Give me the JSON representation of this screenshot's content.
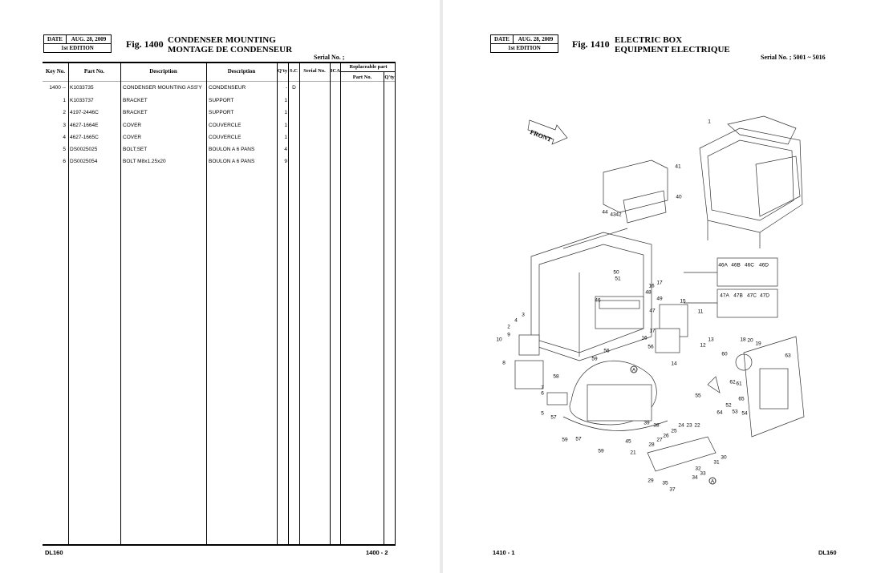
{
  "left_page": {
    "date_label": "DATE",
    "date": "AUG. 28, 2009",
    "edition": "1st EDITION",
    "fig": "Fig. 1400",
    "title_en": "CONDENSER MOUNTING",
    "title_fr": "MONTAGE DE CONDENSEUR",
    "serial": "Serial No. ;",
    "headers": {
      "key": "Key No.",
      "part": "Part No.",
      "desc_en": "Description",
      "desc_fr": "Description",
      "qty": "Q'ty",
      "sc": "S.C",
      "serial": "Serial No.",
      "ica": "ICA",
      "replaceable": "Replaceable part",
      "rep_part": "Part No.",
      "rep_qty": "Q'ty"
    },
    "rows": [
      {
        "key": "1400 --",
        "part": "K1033735",
        "desc_en": "CONDENSER MOUNTING ASS'Y",
        "desc_fr": "CONDENSEUR",
        "qty": "-",
        "sc": "D"
      },
      {
        "key": "1",
        "part": "K1033737",
        "desc_en": "BRACKET",
        "desc_fr": "SUPPORT",
        "qty": "1",
        "sc": ""
      },
      {
        "key": "2",
        "part": "4197-2446C",
        "desc_en": "BRACKET",
        "desc_fr": "SUPPORT",
        "qty": "1",
        "sc": ""
      },
      {
        "key": "3",
        "part": "4627-1664E",
        "desc_en": "COVER",
        "desc_fr": "COUVERCLE",
        "qty": "1",
        "sc": ""
      },
      {
        "key": "4",
        "part": "4627-1665C",
        "desc_en": "COVER",
        "desc_fr": "COUVERCLE",
        "qty": "1",
        "sc": ""
      },
      {
        "key": "5",
        "part": "DS0025025",
        "desc_en": "BOLT;SET",
        "desc_fr": "BOULON A 6 PANS",
        "qty": "4",
        "sc": ""
      },
      {
        "key": "6",
        "part": "DS0025054",
        "desc_en": "BOLT M8x1.25x20",
        "desc_fr": "BOULON A 6 PANS",
        "qty": "9",
        "sc": ""
      }
    ],
    "footer_model": "DL160",
    "footer_page": "1400 - 2"
  },
  "right_page": {
    "date_label": "DATE",
    "date": "AUG. 28, 2009",
    "edition": "1st EDITION",
    "fig": "Fig. 1410",
    "title_en": "ELECTRIC BOX",
    "title_fr": "EQUIPMENT ELECTRIQUE",
    "serial": "Serial No. ; 5001 ~ 5016",
    "front_label": "FRONT",
    "callouts": [
      "1",
      "41",
      "40",
      "44",
      "43",
      "42",
      "46A",
      "46B",
      "46C",
      "46D",
      "47A",
      "47B",
      "47C",
      "47D",
      "50",
      "51",
      "16",
      "17",
      "48",
      "49",
      "46",
      "47",
      "15",
      "11",
      "3",
      "4",
      "2",
      "9",
      "10",
      "12",
      "13",
      "17",
      "16",
      "56",
      "59",
      "56",
      "58",
      "8",
      "14",
      "18",
      "20",
      "19",
      "60",
      "63",
      "62",
      "61",
      "55",
      "64",
      "65",
      "52",
      "53",
      "54",
      "7",
      "6",
      "5",
      "57",
      "59",
      "57",
      "39",
      "38",
      "45",
      "59",
      "24",
      "23",
      "22",
      "25",
      "26",
      "27",
      "28",
      "21",
      "30",
      "31",
      "32",
      "33",
      "34",
      "29",
      "35",
      "37",
      "A",
      "A"
    ],
    "footer_page": "1410 - 1",
    "footer_model": "DL160"
  }
}
